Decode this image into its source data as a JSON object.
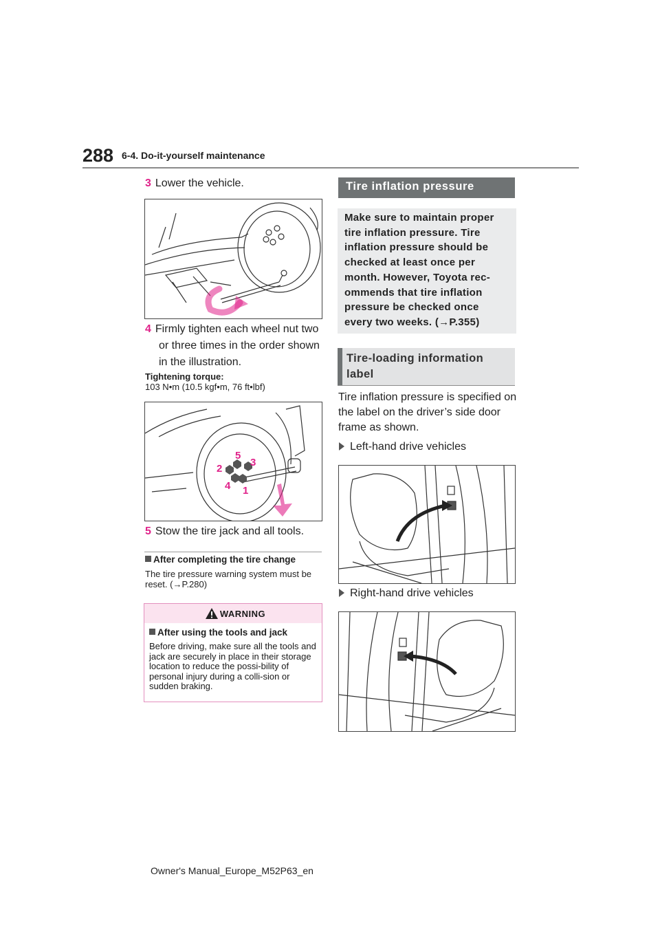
{
  "header": {
    "page_number": "288",
    "section": "6-4. Do-it-yourself maintenance"
  },
  "left": {
    "step3": {
      "num": "3",
      "text": "Lower the vehicle."
    },
    "step4": {
      "num": "4",
      "text": "Firmly tighten each wheel nut two or three times in the order shown in the illustration."
    },
    "torque": {
      "label": "Tightening torque:",
      "value": "103 N•m (10.5 kgf•m, 76 ft•lbf)"
    },
    "nut_order": {
      "n1": "1",
      "n2": "2",
      "n3": "3",
      "n4": "4",
      "n5": "5"
    },
    "step5": {
      "num": "5",
      "text": "Stow the tire jack and all tools."
    },
    "note": {
      "title": "After completing the tire change",
      "body": "The tire pressure warning system must be reset. (→P.280)"
    },
    "warning": {
      "title": "WARNING",
      "subtitle": "After using the tools and jack",
      "body": "Before driving, make sure all the tools and jack are securely in place in their storage location to reduce the possi-bility of personal injury during a colli-sion or sudden braking."
    }
  },
  "right": {
    "tip_banner": "Tire inflation pressure",
    "tip_text": "Make sure to maintain proper tire inflation pressure. Tire inflation pressure should be checked at least once per month. However, Toyota rec-ommends that tire inflation pressure be checked once every two weeks. (→P.355)",
    "tli_banner": "Tire-loading information label",
    "tli_para": "Tire inflation pressure is specified on the label on the driver’s side door frame as shown.",
    "lhd": "Left-hand drive vehicles",
    "rhd": "Right-hand drive vehicles"
  },
  "footer": "Owner's Manual_Europe_M52P63_en",
  "colors": {
    "accent": "#e0228a",
    "banner": "#6f7374",
    "tipbox": "#eaebec",
    "warnhead": "#fbe3ef"
  }
}
